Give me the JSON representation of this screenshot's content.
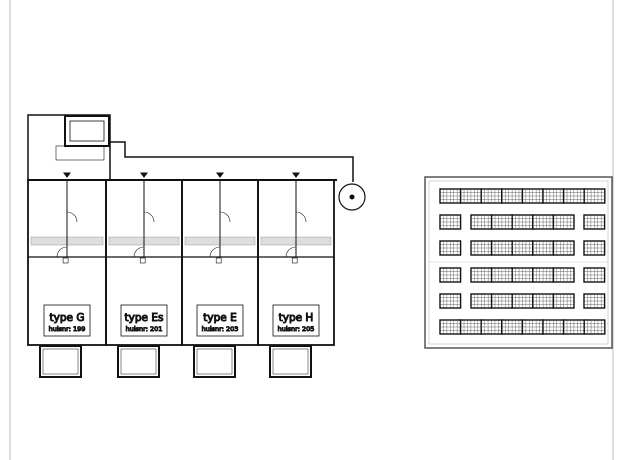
{
  "floorplan": {
    "units": [
      {
        "type": "type G",
        "house_number": "huisnr: 199"
      },
      {
        "type": "type Es",
        "house_number": "huisnr: 201"
      },
      {
        "type": "type E",
        "house_number": "huisnr: 203"
      },
      {
        "type": "type H",
        "house_number": "huisnr: 205"
      }
    ]
  },
  "roof_plan": {
    "panel_rows": [
      {
        "groups": [
          8
        ]
      },
      {
        "groups": [
          1,
          5,
          1
        ]
      },
      {
        "groups": [
          1,
          5,
          1
        ]
      },
      {
        "groups": [
          1,
          5,
          1
        ]
      },
      {
        "groups": [
          1,
          5,
          1
        ]
      },
      {
        "groups": [
          8
        ]
      }
    ]
  },
  "colors": {
    "line": "#111111",
    "frame": "#bbbbbb",
    "tile": "#cccccc"
  }
}
